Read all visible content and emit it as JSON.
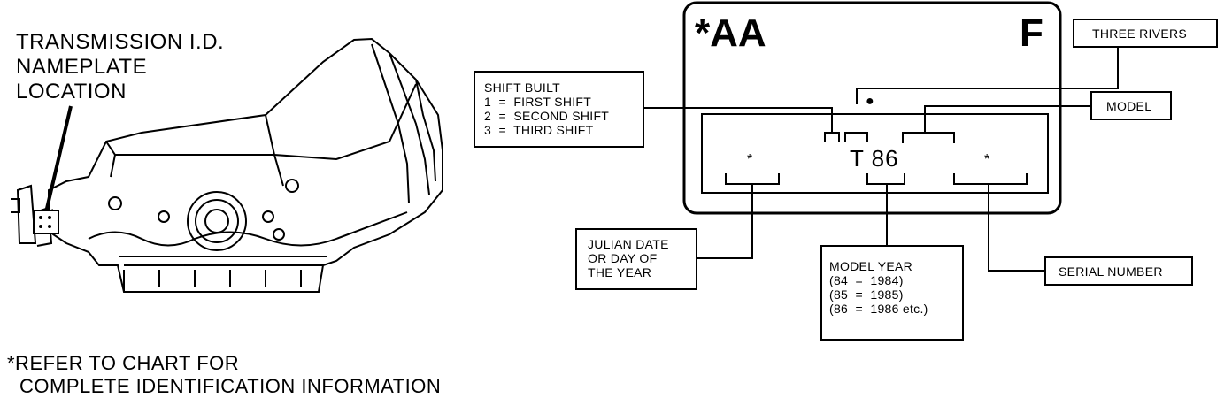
{
  "left_title": [
    "TRANSMISSION I.D.",
    "NAMEPLATE",
    "LOCATION"
  ],
  "footnote": [
    "*REFER TO CHART FOR",
    "COMPLETE IDENTIFICATION INFORMATION"
  ],
  "plate": {
    "top_left": "*AA",
    "top_right": "F",
    "center_code": "T 86",
    "left_star": "*",
    "right_star": "*",
    "dot": "●"
  },
  "callouts": {
    "three_rivers": "THREE RIVERS",
    "model": "MODEL",
    "shift_built": [
      "SHIFT BUILT",
      "1  =  FIRST SHIFT",
      "2  =  SECOND SHIFT",
      "3  =  THIRD SHIFT"
    ],
    "julian_date": [
      "JULIAN DATE",
      "OR DAY OF",
      "THE YEAR"
    ],
    "model_year": [
      "MODEL YEAR",
      "(84  =  1984)",
      "(85  =  1985)",
      "(86  =  1986 etc.)"
    ],
    "serial_number": "SERIAL NUMBER"
  }
}
